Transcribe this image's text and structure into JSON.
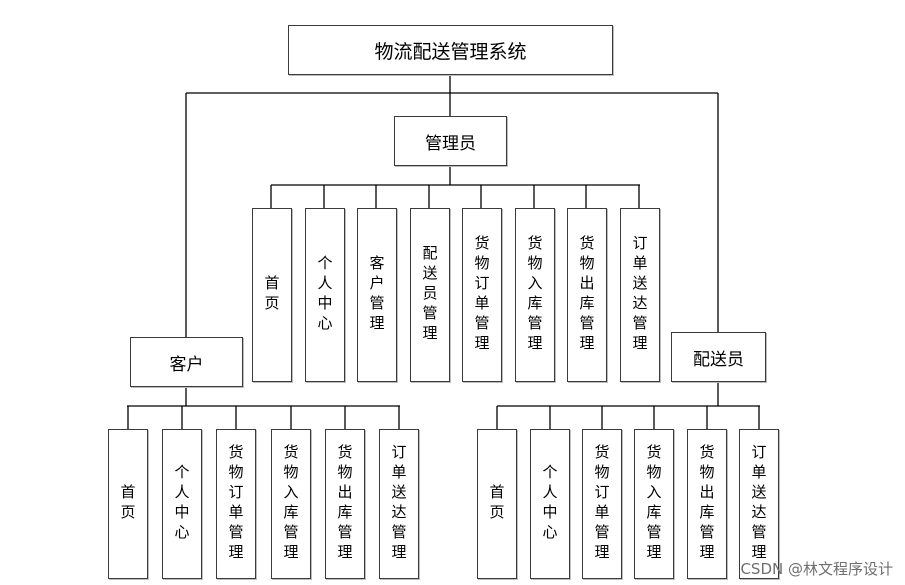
{
  "root": {
    "label": "物流配送管理系统"
  },
  "admin": {
    "label": "管理员",
    "modules": [
      "首页",
      "个人中心",
      "客户管理",
      "配送员管理",
      "货物订单管理",
      "货物入库管理",
      "货物出库管理",
      "订单送达管理"
    ]
  },
  "customer": {
    "label": "客户",
    "modules": [
      "首页",
      "个人中心",
      "货物订单管理",
      "货物入库管理",
      "货物出库管理",
      "订单送达管理"
    ]
  },
  "courier": {
    "label": "配送员",
    "modules": [
      "首页",
      "个人中心",
      "货物订单管理",
      "货物入库管理",
      "货物出库管理",
      "订单送达管理"
    ]
  },
  "watermark": "CSDN @林文程序设计",
  "colors": {
    "line": "#000000",
    "border": "#3a3a3a",
    "background": "#ffffff"
  }
}
